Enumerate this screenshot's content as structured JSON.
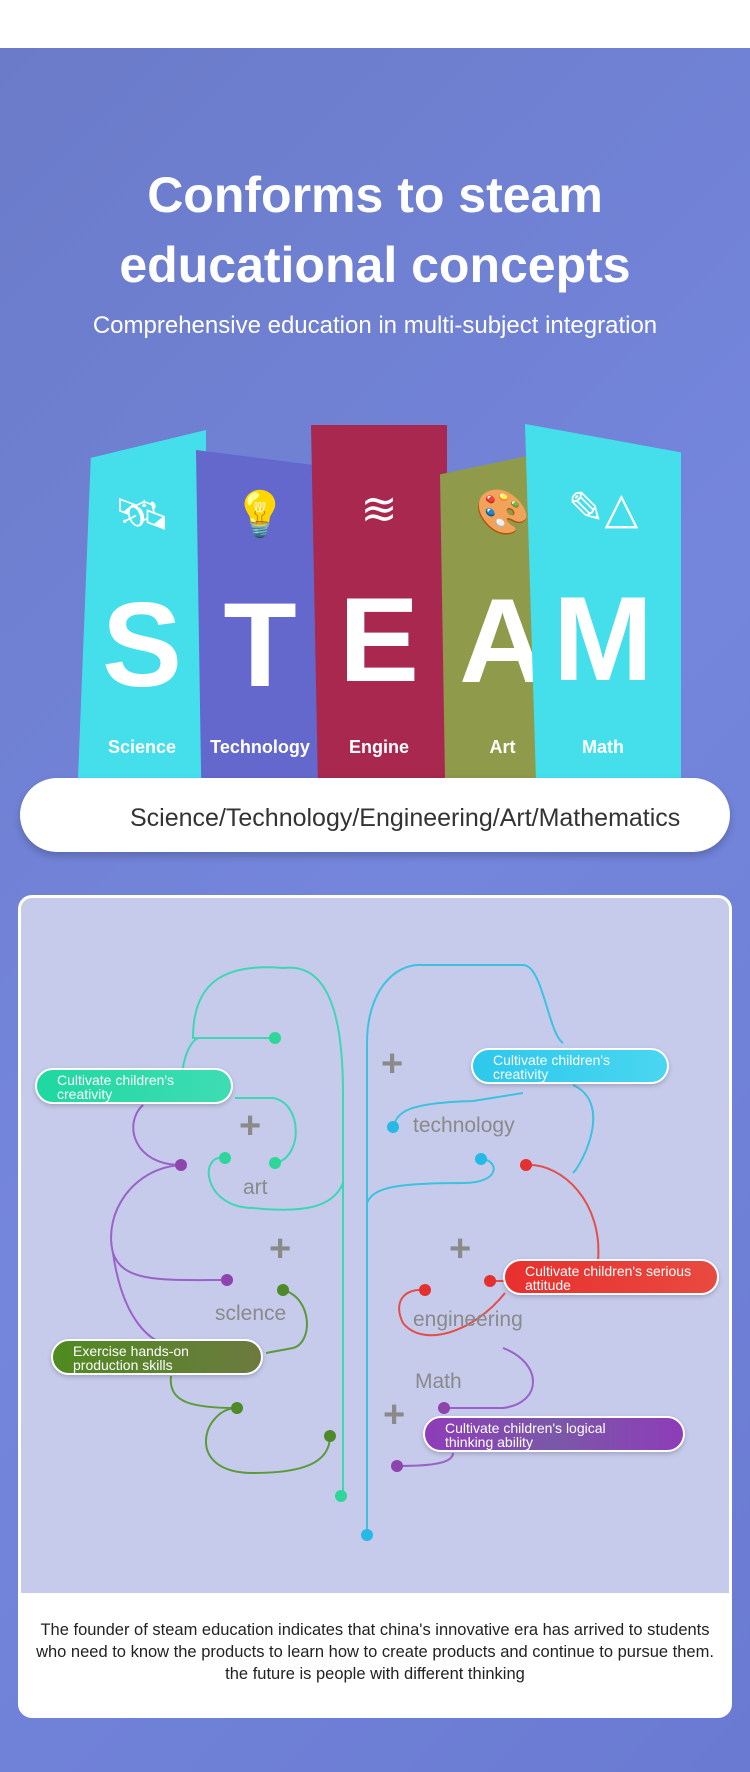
{
  "header": {
    "title_line1": "Conforms to steam",
    "title_line2": "educational concepts",
    "subtitle": "Comprehensive education in multi-subject integration"
  },
  "books": [
    {
      "letter": "S",
      "label": "Science",
      "icon": "satellite-icon",
      "color": "#45dfeb"
    },
    {
      "letter": "T",
      "label": "Technology",
      "icon": "lightbulb-icon",
      "color": "#6468cc"
    },
    {
      "letter": "E",
      "label": "Engine",
      "icon": "layers-icon",
      "color": "#a8284f"
    },
    {
      "letter": "A",
      "label": "Art",
      "icon": "palette-icon",
      "color": "#8f9a4a"
    },
    {
      "letter": "M",
      "label": "Math",
      "icon": "pencil-ruler-icon",
      "color": "#45dfeb"
    }
  ],
  "banner": "Science/Technology/Engineering/Art/Mathematics",
  "diagram": {
    "words": {
      "technology": "technology",
      "art": "art",
      "science": "sclence",
      "engineering": "engineering",
      "math": "Math"
    },
    "tags": {
      "creativity_left": "Cultivate children's creativity",
      "creativity_right": "Cultivate children's creativity",
      "serious": "Cultivate children's serious attitude",
      "hands_on": "Exercise hands-on production skills",
      "logical": "Cultivate children's logical thinking ability"
    },
    "plus": "+"
  },
  "description": "The founder of steam education indicates that china's innovative era has arrived to students who need to know the products to learn how to create products and continue to pursue them. the future is people with different thinking"
}
